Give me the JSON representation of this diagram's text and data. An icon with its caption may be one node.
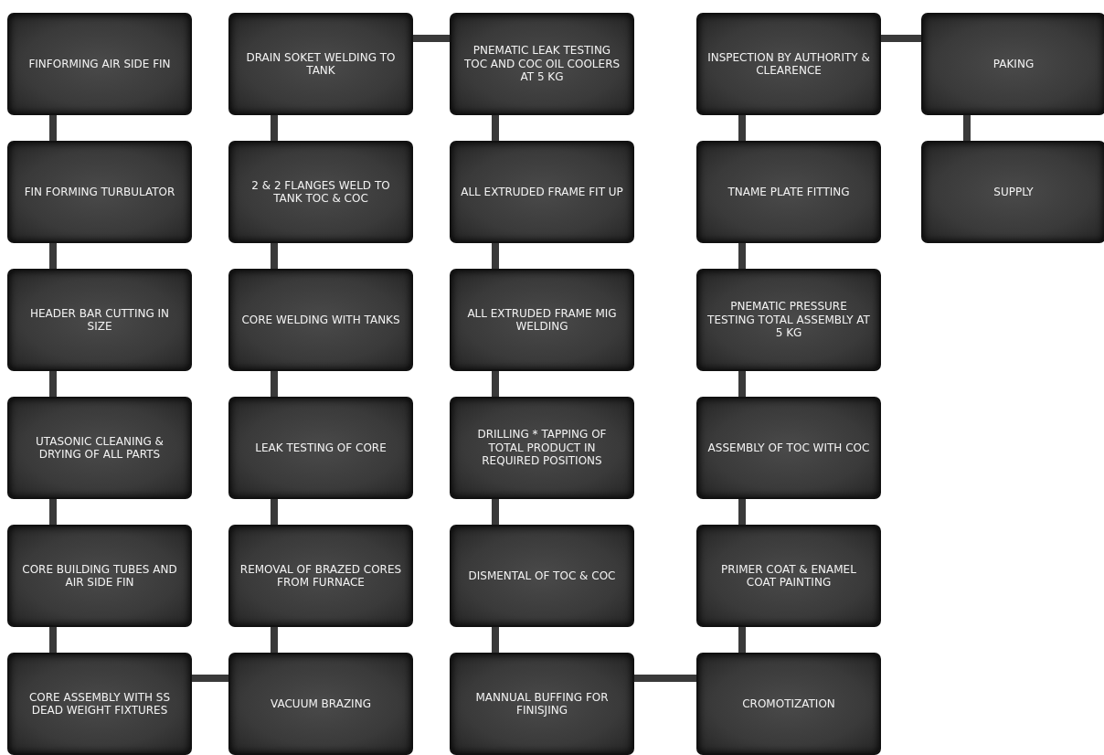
{
  "diagram": {
    "nodes": [
      {
        "text": [
          "FINFORMING AIR SIDE FIN"
        ]
      },
      {
        "text": [
          "FIN FORMING TURBULATOR"
        ]
      },
      {
        "text": [
          "HEADER BAR CUTTING IN SIZE"
        ]
      },
      {
        "text": [
          "UTASONIC CLEANING & DRYING OF ALL PARTS"
        ]
      },
      {
        "text": [
          "CORE BUILDING TUBES AND AIR SIDE FIN"
        ]
      },
      {
        "text": [
          "CORE ASSEMBLY WITH SS DEAD WEIGHT FIXTURES"
        ]
      },
      {
        "text": [
          "DRAIN SOKET WELDING TO TANK"
        ]
      },
      {
        "text": [
          "2 & 2 FLANGES WELD TO TANK TOC & COC"
        ]
      },
      {
        "text": [
          "CORE WELDING WITH TANKS"
        ]
      },
      {
        "text": [
          "LEAK TESTING OF CORE"
        ]
      },
      {
        "text": [
          "REMOVAL OF BRAZED CORES FROM FURNACE"
        ]
      },
      {
        "text": [
          "VACUUM BRAZING"
        ]
      },
      {
        "text": [
          "PNEMATIC LEAK TESTING TOC AND COC OIL COOLERS AT 5 KG"
        ]
      },
      {
        "text": [
          "ALL EXTRUDED FRAME FIT UP"
        ]
      },
      {
        "text": [
          "ALL EXTRUDED FRAME MIG WELDING"
        ]
      },
      {
        "text": [
          "DRILLING * TAPPING OF TOTAL PRODUCT IN REQUIRED POSITIONS"
        ]
      },
      {
        "text": [
          "DISMENTAL OF TOC & COC"
        ]
      },
      {
        "text": [
          "MANNUAL BUFFING FOR FINISJING"
        ]
      },
      {
        "text": [
          "INSPECTION BY AUTHORITY & CLEARENCE"
        ]
      },
      {
        "text": [
          "TNAME PLATE FITTING"
        ]
      },
      {
        "text": [
          "PNEMATIC PRESSURE TESTING TOTAL ASSEMBLY AT 5 KG"
        ]
      },
      {
        "text": [
          "ASSEMBLY OF TOC WITH COC"
        ]
      },
      {
        "text": [
          "PRIMER COAT & ENAMEL COAT PAINTING"
        ]
      },
      {
        "text": [
          "CROMOTIZATION"
        ]
      },
      {
        "text": [
          "PAKING"
        ]
      },
      {
        "text": [
          "SUPPLY"
        ]
      }
    ],
    "edges": [
      {
        "from": 0,
        "to": 1,
        "arrow": "none"
      },
      {
        "from": 1,
        "to": 2,
        "arrow": "none"
      },
      {
        "from": 2,
        "to": 3,
        "arrow": "none"
      },
      {
        "from": 3,
        "to": 4,
        "arrow": "none"
      },
      {
        "from": 4,
        "to": 5,
        "arrow": "none"
      },
      {
        "from": 5,
        "to": 11,
        "arrow": "none"
      },
      {
        "from": 11,
        "to": 10,
        "arrow": "none"
      },
      {
        "from": 10,
        "to": 9,
        "arrow": "none"
      },
      {
        "from": 9,
        "to": 8,
        "arrow": "none"
      },
      {
        "from": 8,
        "to": 7,
        "arrow": "none"
      },
      {
        "from": 7,
        "to": 6,
        "arrow": "none"
      },
      {
        "from": 6,
        "to": 12,
        "arrow": "none"
      },
      {
        "from": 12,
        "to": 13,
        "arrow": "none"
      },
      {
        "from": 13,
        "to": 14,
        "arrow": "none"
      },
      {
        "from": 14,
        "to": 15,
        "arrow": "none"
      },
      {
        "from": 15,
        "to": 16,
        "arrow": "none"
      },
      {
        "from": 16,
        "to": 17,
        "arrow": "none"
      },
      {
        "from": 17,
        "to": 23,
        "arrow": "none"
      },
      {
        "from": 23,
        "to": 22,
        "arrow": "none"
      },
      {
        "from": 22,
        "to": 21,
        "arrow": "none"
      },
      {
        "from": 21,
        "to": 20,
        "arrow": "none"
      },
      {
        "from": 20,
        "to": 19,
        "arrow": "none"
      },
      {
        "from": 19,
        "to": 18,
        "arrow": "none"
      },
      {
        "from": 18,
        "to": 24,
        "arrow": "none"
      },
      {
        "from": 24,
        "to": 25,
        "arrow": "none"
      }
    ]
  }
}
